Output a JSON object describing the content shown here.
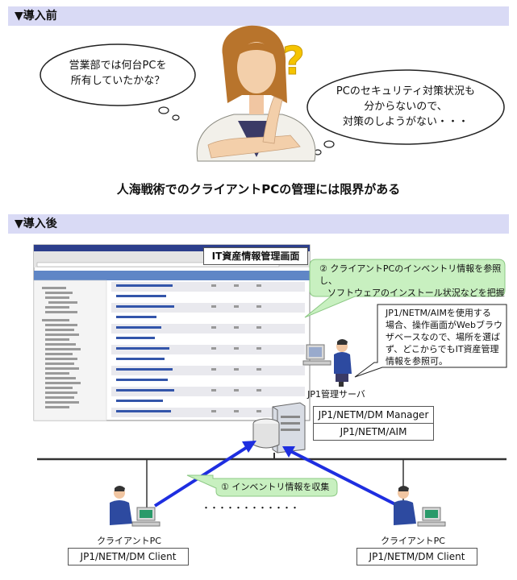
{
  "before": {
    "heading": "▼導入前",
    "thought_left": [
      "営業部では何台PCを",
      "所有していたかな？"
    ],
    "thought_right": [
      "PCのセキュリティ対策状況も",
      "分からないので、",
      "対策のしようがない・・・"
    ],
    "question_mark": "?",
    "conclusion": "人海戦術でのクライアントPCの管理には限界がある"
  },
  "after": {
    "heading": "▼導入後",
    "screen_label": "IT資産情報管理画面",
    "step2": [
      "② クライアントPCのインベントリ情報を参照し、",
      "ソフトウェアのインストール状況などを把握"
    ],
    "note": [
      "JP1/NETM/AIMを使用する",
      "場合、操作画面がWebブラウ",
      "ザベースなので、場所を選ば",
      "ず、どこからでもIT資産管理",
      "情報を参照可。"
    ],
    "admin_server_label": "JP1管理サーバ",
    "server_products": [
      "JP1/NETM/DM Manager",
      "JP1/NETM/AIM"
    ],
    "step1": "① インベントリ情報を収集",
    "dots": "・・・・・・・・・・・・",
    "client_left_label": "クライアントPC",
    "client_right_label": "クライアントPC",
    "client_left_product": "JP1/NETM/DM Client",
    "client_right_product": "JP1/NETM/DM Client"
  },
  "colors": {
    "section_bar": "#d9daf5",
    "green_bubble": "#c8f0c0",
    "arrow_blue": "#1e2ee0",
    "network_line": "#333333"
  }
}
